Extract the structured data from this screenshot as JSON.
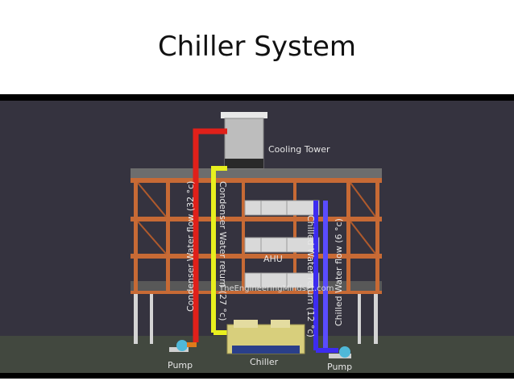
{
  "slide": {
    "title": "Chiller System"
  },
  "diagram": {
    "labels": {
      "cooling_tower": "Cooling Tower",
      "condenser_water_flow": "Condenser Water flow (32 °c)",
      "condenser_water_return": "Condenser Water return (27 °c)",
      "chilled_water_flow": "Chilled Water flow (6 °c)",
      "chilled_water_return": "Chilled Water return (12 °c)",
      "ahu": "AHU",
      "watermark": "TheEngineeringMindset.com",
      "chiller": "Chiller",
      "pump_left": "Pump",
      "pump_right": "Pump"
    },
    "colors": {
      "background": "#35333f",
      "ground": "#42483f",
      "frame_orange": "#c76a35",
      "condenser_flow_red": "#e0201a",
      "condenser_return_yellow": "#e8ef1e",
      "chilled_blue": "#3d2cf0",
      "pump_blue": "#4fb8d8",
      "chiller_yellow": "#d8cf7c"
    }
  }
}
